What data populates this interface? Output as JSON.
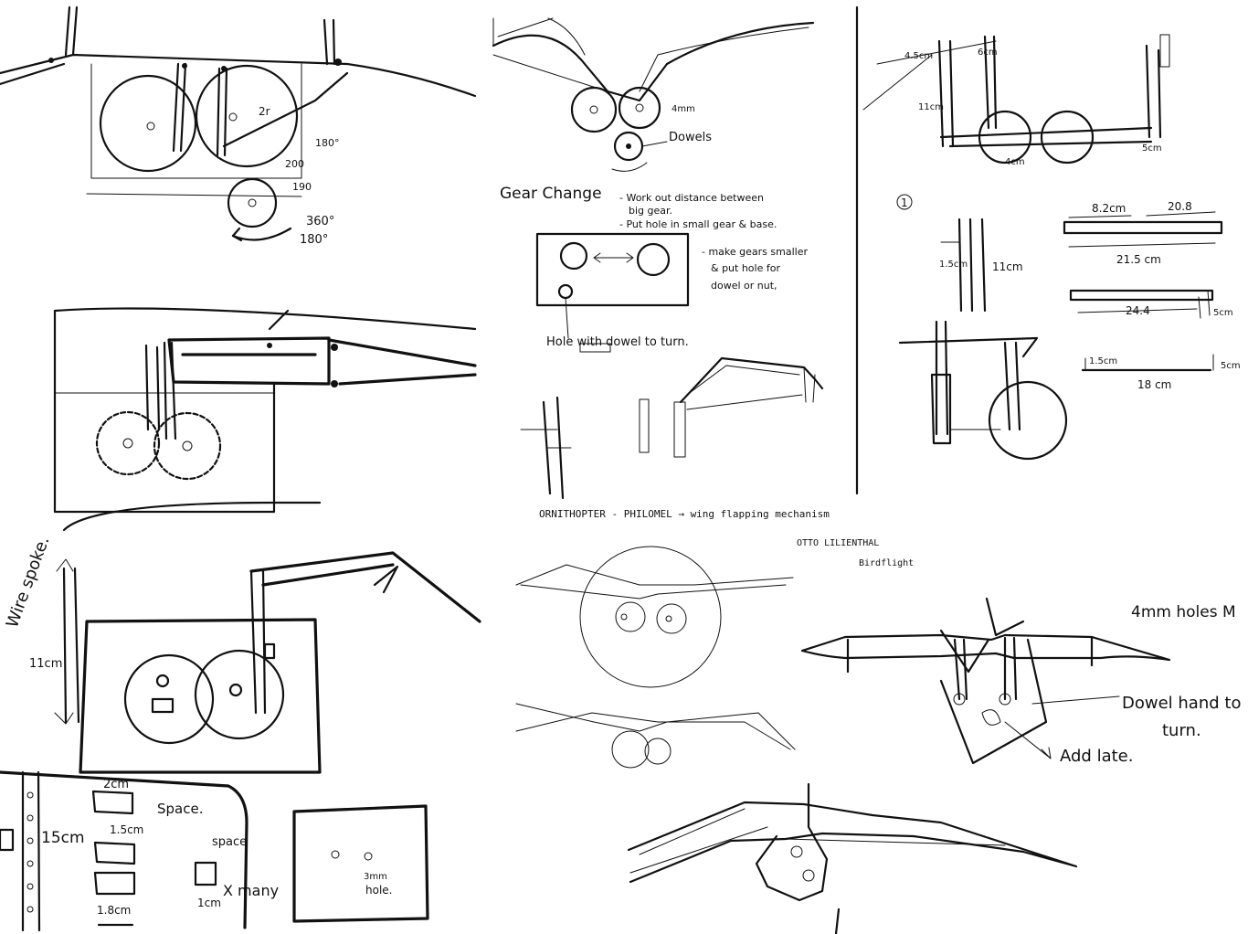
{
  "sketch_top_left": {
    "angle_r": "2r",
    "angle_180": "180°",
    "angle_200": "200",
    "angle_190": "190",
    "angle_360": "360°",
    "angle_180b": "180°"
  },
  "sketch_top_middle": {
    "size_label": "4mm",
    "dowels_label": "Dowels",
    "gear_change_title": "Gear Change",
    "note_line1": "- Work out distance between",
    "note_line2": "big gear.",
    "note_line3": "- Put hole in small gear & base.",
    "side_note_line1": "- make gears smaller",
    "side_note_line2": "& put hole for",
    "side_note_line3": "dowel or nut,",
    "hole_caption": "Hole with dowel to turn."
  },
  "sketch_top_right": {
    "m1": "4.5cm",
    "m2": "11cm",
    "m3": "5cm",
    "m4": "6cm",
    "m5": "4cm",
    "circle_num": "1",
    "dim_left": "8.2cm",
    "dim_right": "20.8",
    "dim_total": "21.5 cm",
    "dim_11": "11cm",
    "dim_15": "1.5cm",
    "dim_24": "24.4",
    "dim_5": "5cm",
    "dim_15b": "1.5cm",
    "dim_18": "18 cm",
    "dim_5b": "5cm"
  },
  "middle_caption": {
    "title": "ORNITHOPTER - PHILOMEL → wing flapping mechanism",
    "subtitle_line1": "OTTO LILIENTHAL",
    "subtitle_line2": "Birdflight"
  },
  "sketch_bottom_left": {
    "wire_label": "Wire spoke.",
    "height_label": "11cm"
  },
  "sketch_bottom_right": {
    "holes_label": "4mm holes M",
    "dowel_label_line1": "Dowel hand to",
    "dowel_label_line2": "turn.",
    "add_label": "Add late."
  },
  "sketch_bottom_strip": {
    "dim_2": "2cm",
    "dim_15": "15cm",
    "dim_15b": "1.5cm",
    "dim_18": "1.8cm",
    "space1": "Space.",
    "space2": "space",
    "dim_1": "1cm",
    "many": "X many",
    "hole_label_line1": "3mm",
    "hole_label_line2": "hole."
  }
}
